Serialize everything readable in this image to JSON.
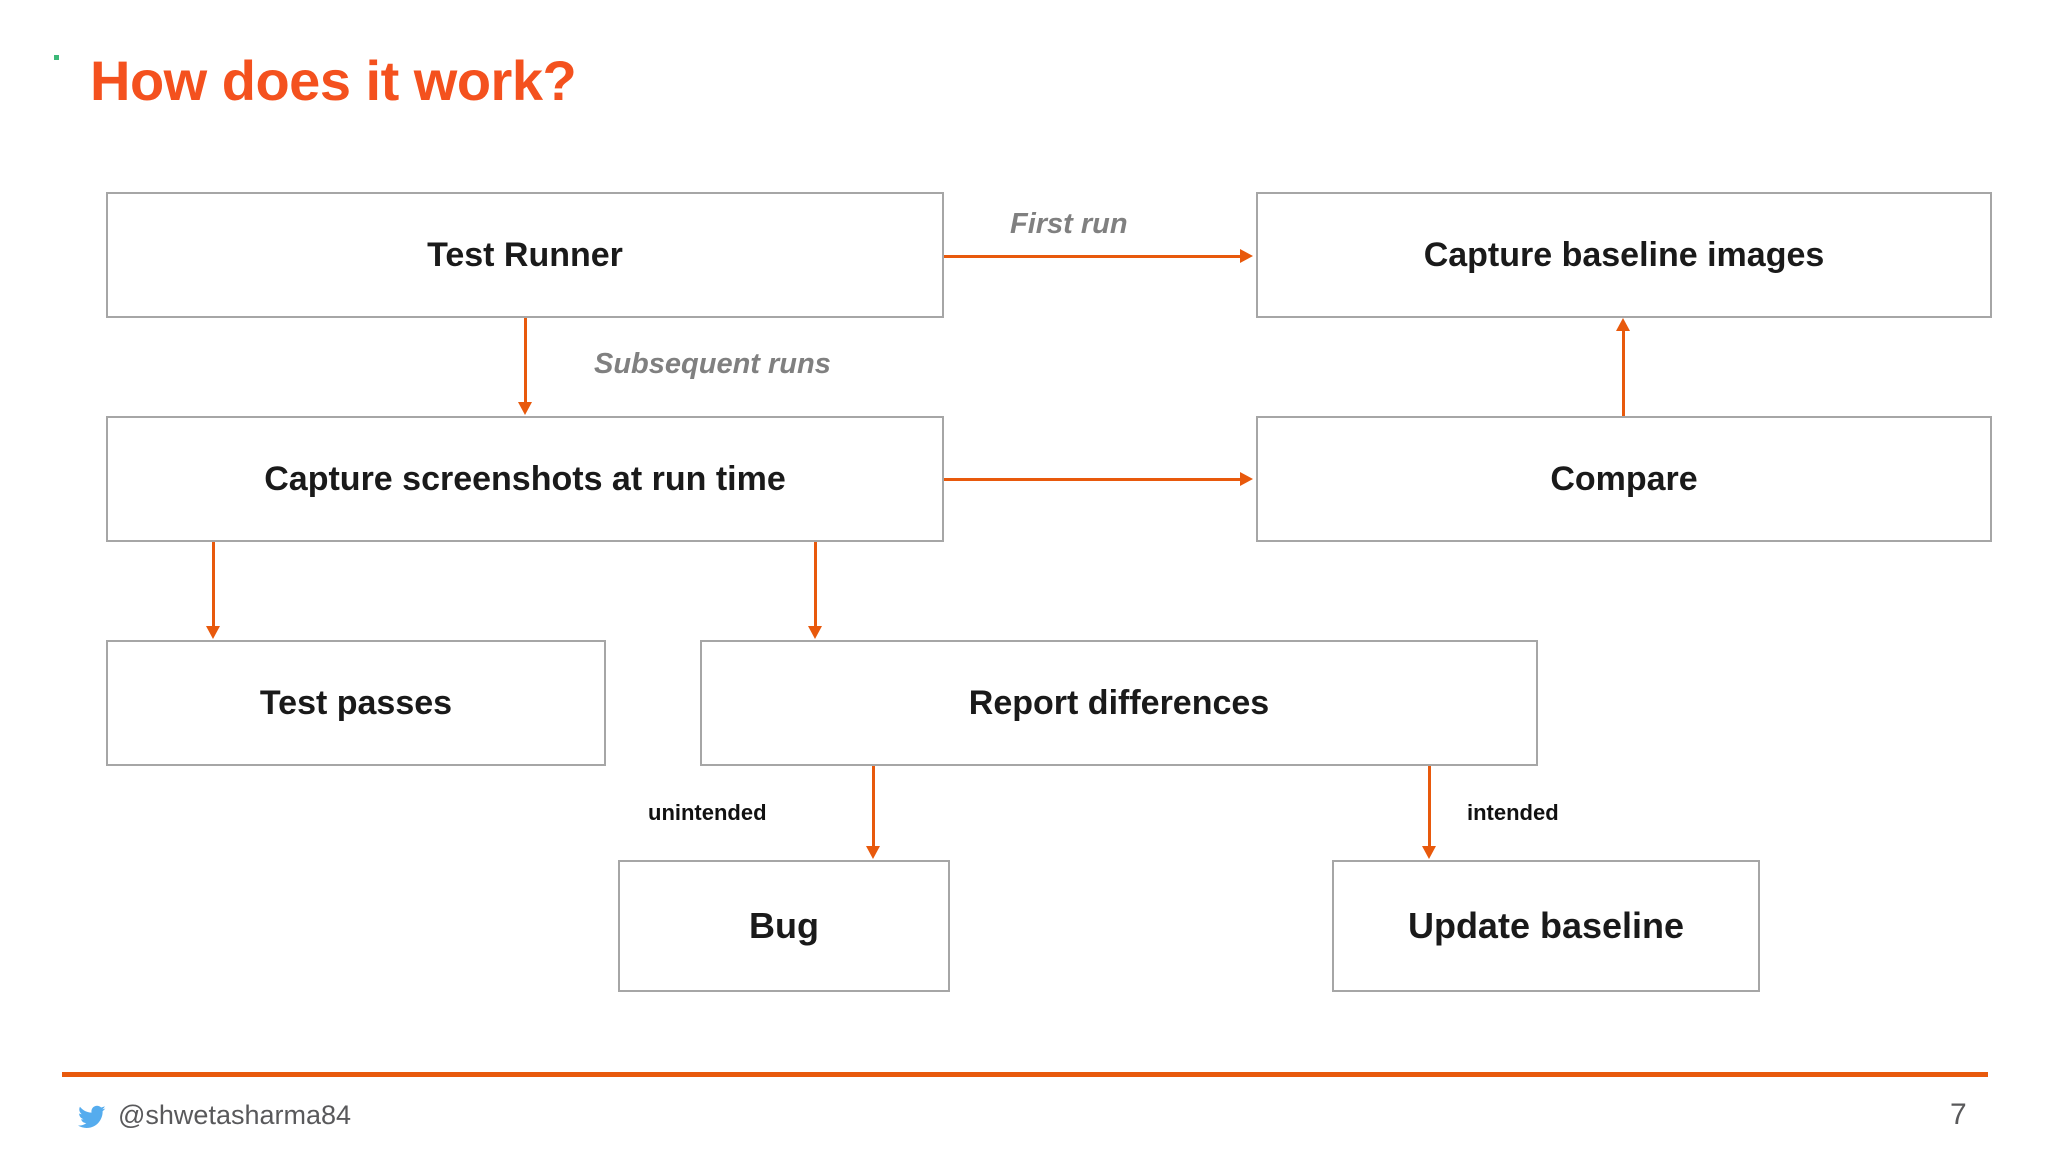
{
  "slide": {
    "title": "How does it work?",
    "page_number": "7",
    "accent_color": "#f4511e",
    "connector_color": "#e8590c",
    "box_border_color": "#a6a6a6",
    "decor_dot_color": "#3cb878"
  },
  "diagram": {
    "nodes": [
      {
        "id": "test-runner",
        "label": "Test Runner"
      },
      {
        "id": "capture-baseline-images",
        "label": "Capture baseline images"
      },
      {
        "id": "capture-screenshots-at-run-time",
        "label": "Capture screenshots at run time"
      },
      {
        "id": "compare",
        "label": "Compare"
      },
      {
        "id": "test-passes",
        "label": "Test passes"
      },
      {
        "id": "report-differences",
        "label": "Report differences"
      },
      {
        "id": "bug",
        "label": "Bug"
      },
      {
        "id": "update-baseline",
        "label": "Update baseline"
      }
    ],
    "edge_labels": [
      {
        "id": "first-run",
        "label": "First run",
        "style": "italic-gray"
      },
      {
        "id": "subsequent-runs",
        "label": "Subsequent runs",
        "style": "italic-gray"
      },
      {
        "id": "unintended",
        "label": "unintended",
        "style": "black-small"
      },
      {
        "id": "intended",
        "label": "intended",
        "style": "black-small"
      }
    ]
  },
  "footer": {
    "twitter_handle": "@shwetasharma84",
    "twitter_icon": "twitter-bird-icon",
    "twitter_icon_color": "#55acee"
  }
}
